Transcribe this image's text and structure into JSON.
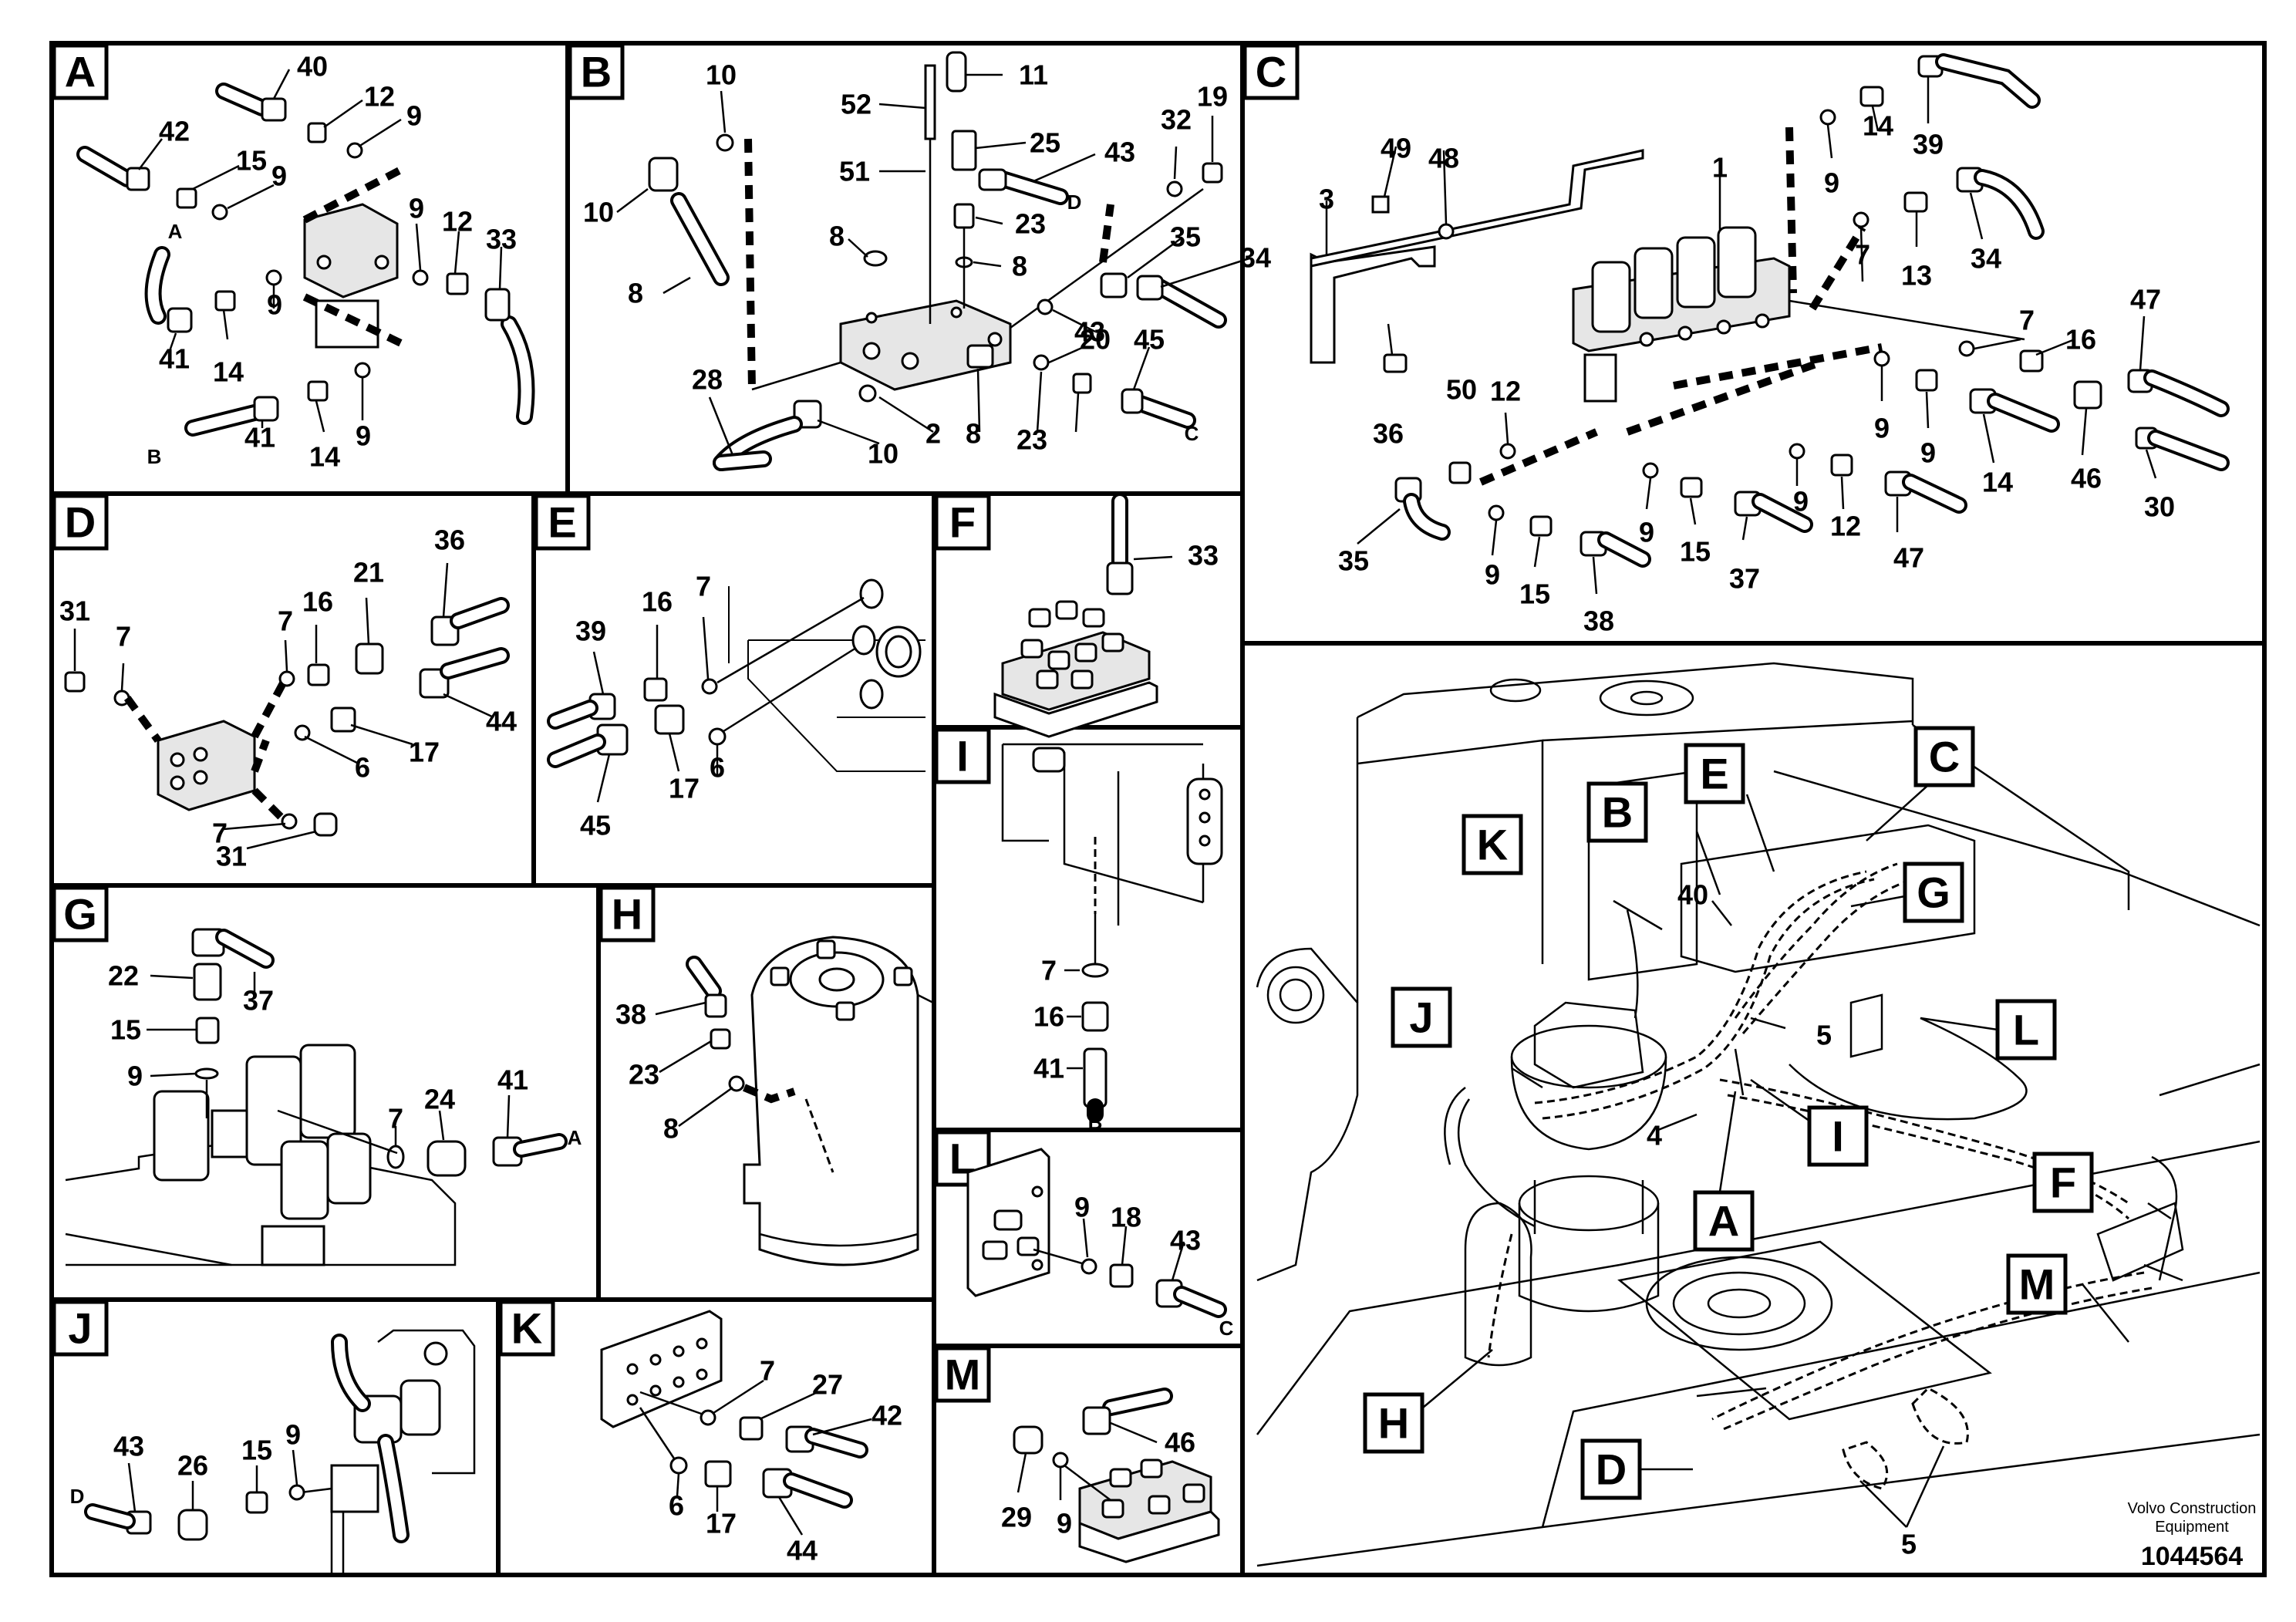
{
  "panels": [
    {
      "id": "A",
      "labels": [
        "40",
        "12",
        "9",
        "42",
        "15",
        "9",
        "9",
        "12",
        "33",
        "41",
        "14",
        "9",
        "41",
        "14",
        "9"
      ],
      "letters": [
        "A",
        "B"
      ]
    },
    {
      "id": "B",
      "labels": [
        "10",
        "11",
        "52",
        "25",
        "43",
        "51",
        "23",
        "8",
        "32",
        "19",
        "10",
        "8",
        "20",
        "35",
        "34",
        "8",
        "43",
        "45",
        "28",
        "10",
        "2",
        "8",
        "23"
      ],
      "letters": [
        "D",
        "C"
      ]
    },
    {
      "id": "C",
      "labels": [
        "49",
        "48",
        "1",
        "9",
        "14",
        "39",
        "3",
        "13",
        "34",
        "7",
        "47",
        "7",
        "16",
        "9",
        "12",
        "9",
        "14",
        "46",
        "30",
        "36",
        "50",
        "35",
        "9",
        "15",
        "37",
        "9",
        "12",
        "47",
        "9",
        "15",
        "38"
      ]
    },
    {
      "id": "D",
      "labels": [
        "31",
        "7",
        "7",
        "16",
        "21",
        "36",
        "44",
        "6",
        "17",
        "7",
        "31"
      ]
    },
    {
      "id": "E",
      "labels": [
        "39",
        "16",
        "7",
        "17",
        "6",
        "45"
      ]
    },
    {
      "id": "F",
      "labels": [
        "33"
      ]
    },
    {
      "id": "G",
      "labels": [
        "22",
        "37",
        "15",
        "9",
        "7",
        "24",
        "41"
      ],
      "letters": [
        "A"
      ]
    },
    {
      "id": "H",
      "labels": [
        "38",
        "23",
        "8"
      ]
    },
    {
      "id": "I",
      "labels": [
        "7",
        "16",
        "41"
      ],
      "letters": [
        "B"
      ]
    },
    {
      "id": "J",
      "labels": [
        "43",
        "26",
        "15",
        "9"
      ],
      "letters": [
        "D"
      ]
    },
    {
      "id": "K",
      "labels": [
        "7",
        "27",
        "42",
        "6",
        "17",
        "44"
      ]
    },
    {
      "id": "L",
      "labels": [
        "9",
        "18",
        "43"
      ],
      "letters": [
        "C"
      ]
    },
    {
      "id": "M",
      "labels": [
        "46",
        "29",
        "9"
      ]
    }
  ],
  "overview": {
    "callouts": [
      "K",
      "B",
      "E",
      "C",
      "G",
      "J",
      "L",
      "I",
      "A",
      "F",
      "M",
      "H",
      "D"
    ],
    "numbers": [
      "40",
      "5",
      "4",
      "5"
    ]
  },
  "credit": {
    "line1": "Volvo Construction",
    "line2": "Equipment",
    "doc_id": "1044564"
  }
}
